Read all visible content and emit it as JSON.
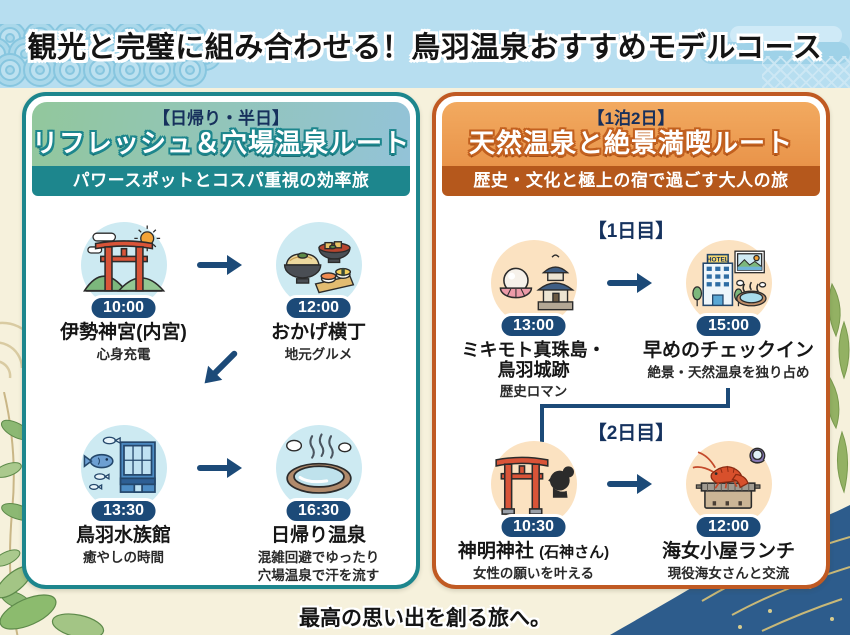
{
  "page": {
    "title": "観光と完璧に組み合わせる！鳥羽温泉おすすめモデルコース",
    "tagline": "最高の思い出を創る旅へ。"
  },
  "colors": {
    "top_band": "#b7def0",
    "background": "#f6f1dc",
    "navy_accent": "#1c4a78",
    "teal_accent": "#1d868d",
    "orange_accent": "#c05a23",
    "left_icon_circle": "#cdeaf2",
    "right_icon_circle": "#fbe2c1"
  },
  "left_panel": {
    "duration_label": "【日帰り・半日】",
    "route_name": "リフレッシュ＆穴場温泉ルート",
    "subtitle": "パワースポットとコスパ重視の効率旅",
    "accent_color": "#1d868d",
    "items": [
      {
        "time": "10:00",
        "title": "伊勢神宮(内宮)",
        "desc": "心身充電",
        "icon": "ise-jingu-torii-icon"
      },
      {
        "time": "12:00",
        "title": "おかげ横丁",
        "desc": "地元グルメ",
        "icon": "local-gourmet-icon"
      },
      {
        "time": "13:30",
        "title": "鳥羽水族館",
        "desc": "癒やしの時間",
        "icon": "aquarium-icon"
      },
      {
        "time": "16:30",
        "title": "日帰り温泉",
        "desc": "混雑回避でゆったり\n穴場温泉で汗を流す",
        "icon": "day-onsen-icon"
      }
    ]
  },
  "right_panel": {
    "duration_label": "【1泊2日】",
    "route_name": "天然温泉と絶景満喫ルート",
    "subtitle": "歴史・文化と極上の宿で過ごす大人の旅",
    "accent_color": "#c05a23",
    "day1_label": "【1日目】",
    "day2_label": "【2日目】",
    "hotel_sign": "HOTEL",
    "items": [
      {
        "time": "13:00",
        "title": "ミキモト真珠島・\n鳥羽城跡",
        "desc": "歴史ロマン",
        "icon": "pearl-island-castle-icon"
      },
      {
        "time": "15:00",
        "title": "早めのチェックイン",
        "desc": "絶景・天然温泉を独り占め",
        "icon": "hotel-checkin-icon"
      },
      {
        "time": "10:30",
        "title_main": "神明神社",
        "title_note": "(石神さん)",
        "desc": "女性の願いを叶える",
        "icon": "shinmei-shrine-torii-icon"
      },
      {
        "time": "12:00",
        "title": "海女小屋ランチ",
        "desc": "現役海女さんと交流",
        "icon": "ama-hut-lobster-grill-icon"
      }
    ]
  }
}
